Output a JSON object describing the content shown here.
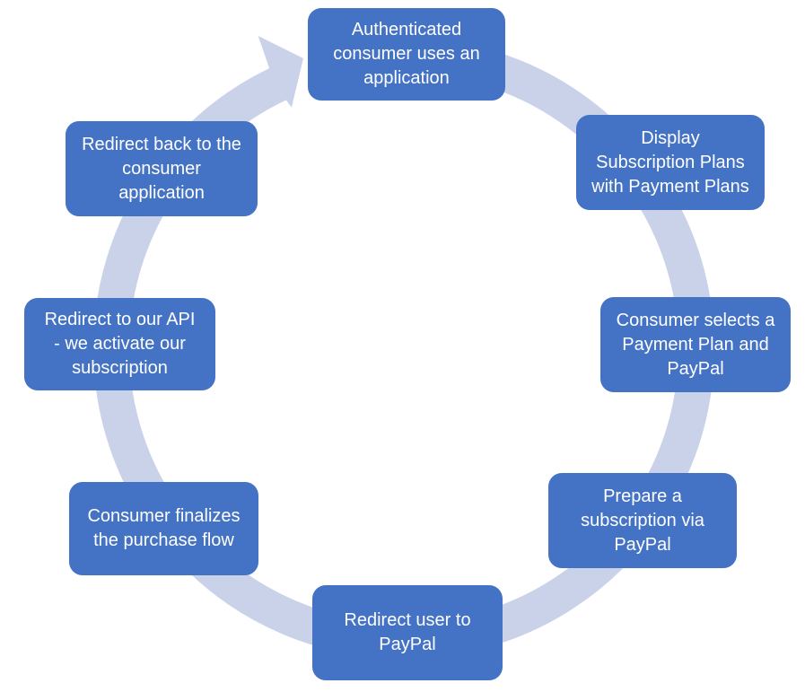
{
  "diagram": {
    "type": "cycle",
    "steps": [
      {
        "label": "Authenticated\nconsumer uses an\napplication"
      },
      {
        "label": "Display\nSubscription Plans\nwith Payment Plans"
      },
      {
        "label": "Consumer selects a\nPayment Plan and\nPayPal"
      },
      {
        "label": "Prepare a\nsubscription via\nPayPal"
      },
      {
        "label": "Redirect user to\nPayPal"
      },
      {
        "label": "Consumer finalizes\nthe purchase flow"
      },
      {
        "label": "Redirect to our API\n- we activate our\nsubscription"
      },
      {
        "label": "Redirect back to the\nconsumer\napplication"
      }
    ]
  },
  "colors": {
    "box": "#4472C4",
    "box_text": "#FFFFFF",
    "arrow": "#CAD2EA",
    "background": "#FFFFFF"
  }
}
